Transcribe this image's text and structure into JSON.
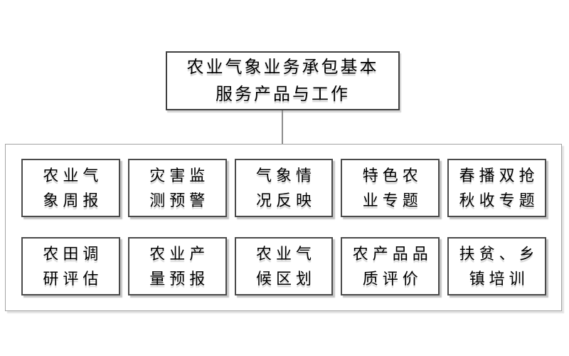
{
  "diagram": {
    "title_node": {
      "line1": "农业气象业务承包基本",
      "line2": "服务产品与工作"
    },
    "rows": [
      {
        "nodes": [
          {
            "line1": "农业气",
            "line2": "象周报"
          },
          {
            "line1": "灾害监",
            "line2": "测预警"
          },
          {
            "line1": "气象情",
            "line2": "况反映"
          },
          {
            "line1": "特色农",
            "line2": "业专题"
          },
          {
            "line1": "春播双抢",
            "line2": "秋收专题"
          }
        ]
      },
      {
        "nodes": [
          {
            "line1": "农田调",
            "line2": "研评估"
          },
          {
            "line1": "农业产",
            "line2": "量预报"
          },
          {
            "line1": "农业气",
            "line2": "候区划"
          },
          {
            "line1": "农产品品",
            "line2": "质评价"
          },
          {
            "line1": "扶贫、乡",
            "line2": "镇培训"
          }
        ]
      }
    ],
    "colors": {
      "background": "#ffffff",
      "node_border": "#4a4a4a",
      "root_border": "#3f3f3f",
      "container_border": "#a3a3a3",
      "connector": "#8c8c8c",
      "shadow": "#bdbdbd",
      "text": "#000000"
    }
  }
}
